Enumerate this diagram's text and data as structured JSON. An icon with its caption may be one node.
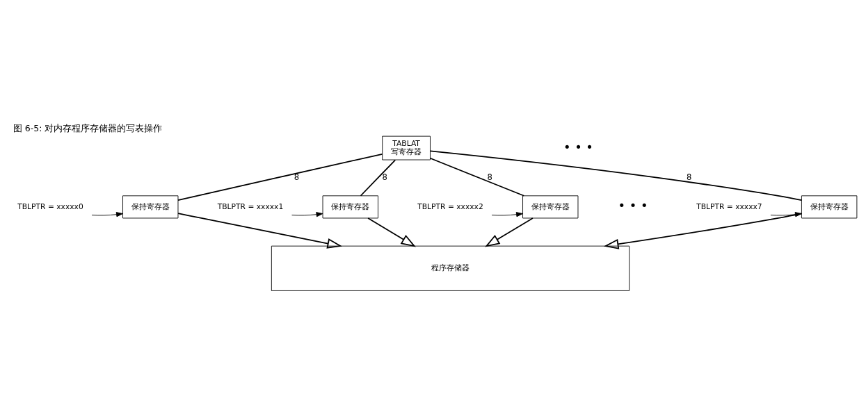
{
  "diagram": {
    "title": "图 6-5: 对内存程序存储器的写表操作",
    "nodes": [
      {
        "text": [
          "TABLAT",
          "写寄存器"
        ]
      },
      {
        "text": [
          "保持寄存器"
        ]
      },
      {
        "text": [
          "保持寄存器"
        ]
      },
      {
        "text": [
          "保持寄存器"
        ]
      },
      {
        "text": [
          "保持寄存器"
        ]
      },
      {
        "text": [
          "程序存储器"
        ]
      },
      {
        "text": [
          "TBLPTR = xxxxx0"
        ]
      },
      {
        "text": [
          "TBLPTR = xxxxx1"
        ]
      },
      {
        "text": [
          "TBLPTR = xxxxx2"
        ]
      },
      {
        "text": [
          "TBLPTR = xxxxx7"
        ]
      }
    ],
    "edges": [
      {
        "from": 0,
        "to": 1,
        "arrow": "none",
        "label": "8"
      },
      {
        "from": 0,
        "to": 2,
        "arrow": "none",
        "label": "8"
      },
      {
        "from": 0,
        "to": 3,
        "arrow": "none",
        "label": "8"
      },
      {
        "from": 0,
        "to": 4,
        "arrow": "none",
        "label": "8"
      },
      {
        "from": 6,
        "to": 1,
        "arrow": "to"
      },
      {
        "from": 7,
        "to": 2,
        "arrow": "to"
      },
      {
        "from": 8,
        "to": 3,
        "arrow": "to"
      },
      {
        "from": 9,
        "to": 4,
        "arrow": "to"
      },
      {
        "from": 1,
        "to": 5,
        "arrow": "to"
      },
      {
        "from": 2,
        "to": 5,
        "arrow": "to"
      },
      {
        "from": 3,
        "to": 5,
        "arrow": "to"
      },
      {
        "from": 4,
        "to": 5,
        "arrow": "to"
      }
    ],
    "labels": [
      "• • •",
      "• • •"
    ]
  }
}
